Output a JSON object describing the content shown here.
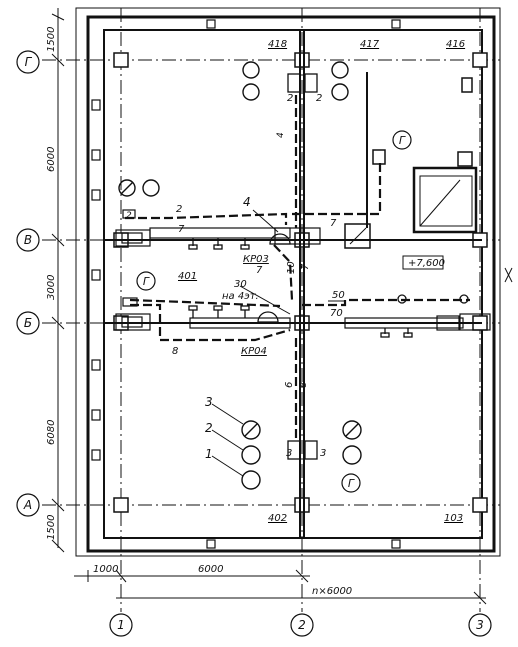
{
  "axes": {
    "letters": [
      "Г",
      "В",
      "Б",
      "А"
    ],
    "numbers": [
      "1",
      "2",
      "3"
    ]
  },
  "dimensions": {
    "left": [
      "1500",
      "6000",
      "3000",
      "6080",
      "1500"
    ],
    "bottom": [
      "1000",
      "6000",
      "n×6000"
    ]
  },
  "rooms": [
    "418",
    "417",
    "416",
    "401",
    "402",
    "103"
  ],
  "riser_labels": [
    "КР03",
    "КР04"
  ],
  "pipe_labels": [
    "2",
    "7",
    "4",
    "7",
    "7",
    "10",
    "7",
    "30",
    "50",
    "70",
    "8",
    "6",
    "8",
    "3",
    "3",
    "2",
    "2"
  ],
  "floor_note": "на 4эт.",
  "level_mark": "+7,600",
  "legend_numbers": [
    "3",
    "2",
    "1"
  ],
  "gas_symbol": "Г",
  "small_marks": [
    "4",
    "2"
  ]
}
